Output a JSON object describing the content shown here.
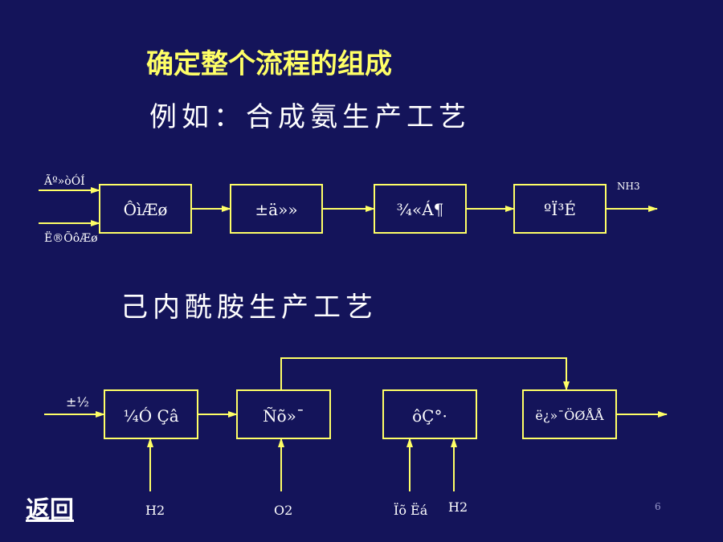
{
  "title": "确定整个流程的组成",
  "example_line": "例如：合成氨生产工艺",
  "section2_title": "己内酰胺生产工艺",
  "back_link": "返回",
  "page_number": "6",
  "colors": {
    "background": "#14145a",
    "accent": "#ffff66",
    "text": "#ffffff"
  },
  "diagram1": {
    "inputs": [
      "Ãº»òÓÍ",
      "Ë®ÕôÆø"
    ],
    "boxes": [
      "ÔìÆø",
      "±ä»»",
      "¾«Á¶",
      "ºÏ³É"
    ],
    "output": "NH3"
  },
  "diagram2": {
    "input": "±½",
    "boxes": [
      "¼Ó Çâ",
      "Ñõ»¯",
      "ôÇ°·",
      "ë¿»¯ÖØÅÅ"
    ],
    "feeds": [
      "H2",
      "O2",
      "Ïõ Ëá",
      "H2"
    ]
  }
}
